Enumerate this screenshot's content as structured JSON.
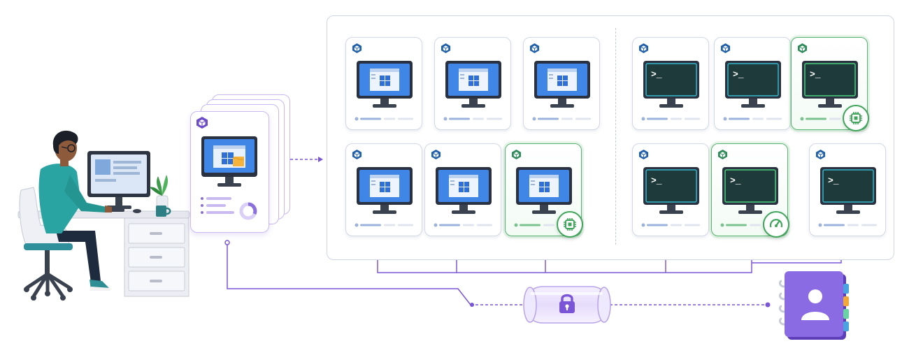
{
  "scene": {
    "description_free": true,
    "pool_groups": [
      {
        "os": "windows"
      },
      {
        "os": "linux"
      }
    ],
    "host_pools": [
      {
        "os": "windows",
        "row": 1,
        "col": 1,
        "highlighted": false,
        "badge": null
      },
      {
        "os": "windows",
        "row": 1,
        "col": 2,
        "highlighted": false,
        "badge": null
      },
      {
        "os": "windows",
        "row": 1,
        "col": 3,
        "highlighted": false,
        "badge": null
      },
      {
        "os": "windows",
        "row": 2,
        "col": 1,
        "highlighted": false,
        "badge": null
      },
      {
        "os": "windows",
        "row": 2,
        "col": 2,
        "highlighted": false,
        "badge": null
      },
      {
        "os": "windows",
        "row": 2,
        "col": 3,
        "highlighted": true,
        "badge": "cpu-icon"
      },
      {
        "os": "linux",
        "row": 1,
        "col": 1,
        "highlighted": false,
        "badge": null
      },
      {
        "os": "linux",
        "row": 1,
        "col": 2,
        "highlighted": false,
        "badge": null
      },
      {
        "os": "linux",
        "row": 1,
        "col": 3,
        "highlighted": true,
        "badge": "cpu-icon"
      },
      {
        "os": "linux",
        "row": 2,
        "col": 1,
        "highlighted": false,
        "badge": null
      },
      {
        "os": "linux",
        "row": 2,
        "col": 2,
        "highlighted": true,
        "badge": "speedometer-icon"
      },
      {
        "os": "linux",
        "row": 2,
        "col": 3,
        "highlighted": false,
        "badge": null
      }
    ],
    "icons": {
      "user": "person-at-desk-icon",
      "image_stack": "desktop-image-stack-icon",
      "tunnel": "lock-icon",
      "directory": "address-book-icon",
      "card_corner": "cube-icon"
    },
    "terminal_prompt": ">_",
    "colors": {
      "accent_purple": "#7b55d8",
      "windows_blue": "#2f6fd6",
      "terminal_dark": "#1f3a3a",
      "highlight_green": "#3fa55a",
      "cube_blue": "#1f5fa8"
    }
  }
}
